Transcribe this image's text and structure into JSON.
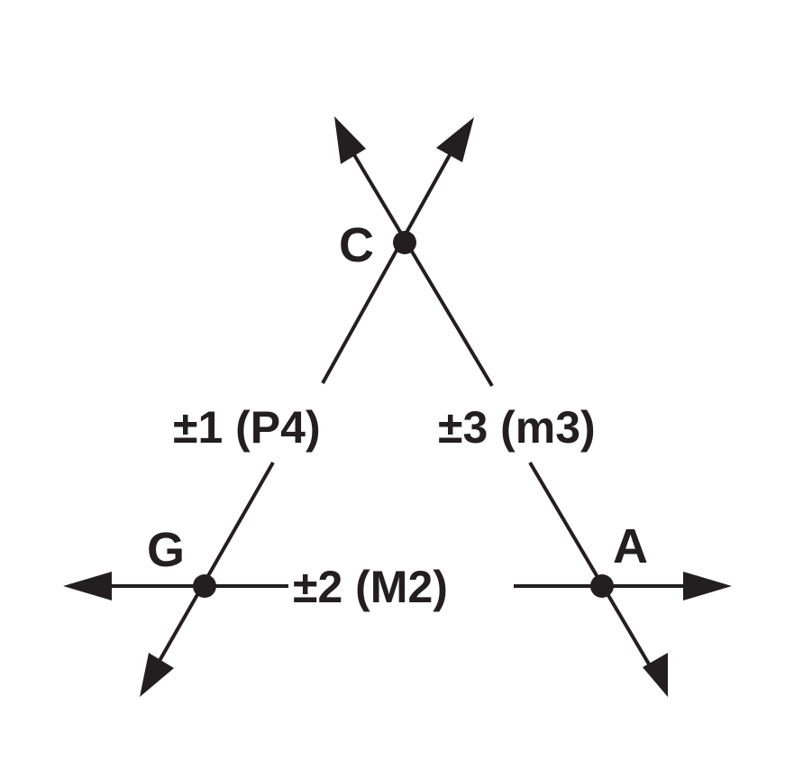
{
  "nodes": {
    "c": {
      "label": "C"
    },
    "g": {
      "label": "G"
    },
    "a": {
      "label": "A"
    }
  },
  "edges": {
    "c_g": {
      "label": "±1 (P4)"
    },
    "c_a": {
      "label": "±3 (m3)"
    },
    "g_a": {
      "label": "±2 (M2)"
    }
  },
  "colors": {
    "ink": "#231f20",
    "background": "#ffffff"
  }
}
